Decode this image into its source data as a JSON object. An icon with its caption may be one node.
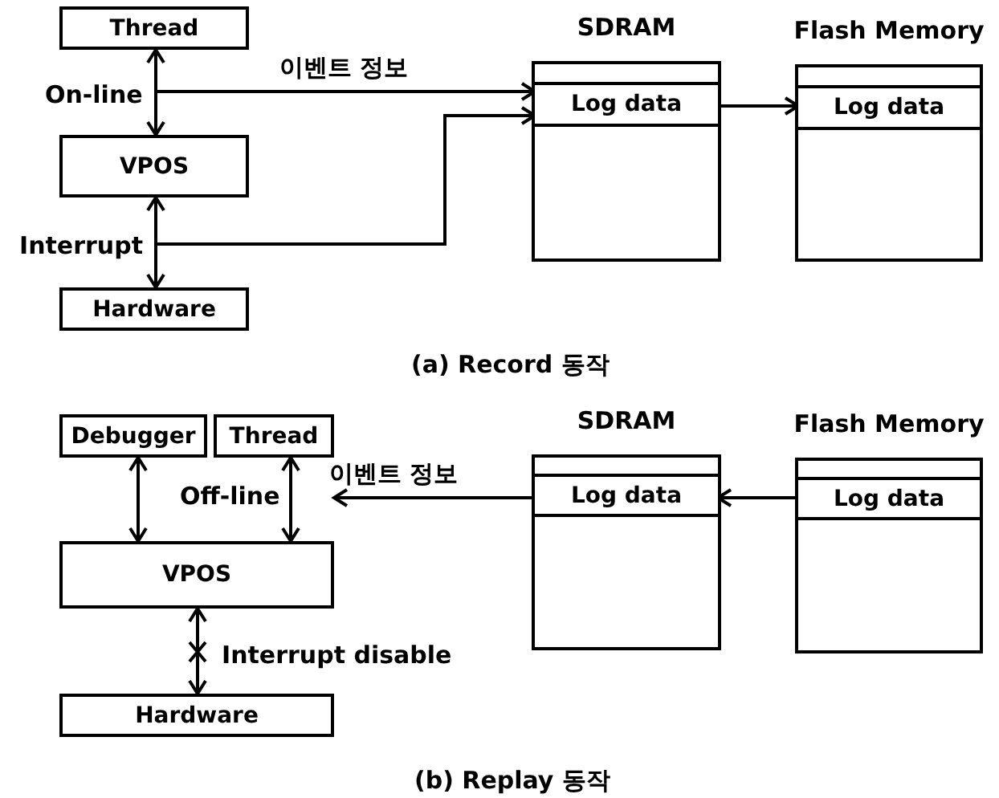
{
  "diagram": {
    "nodes": [
      {
        "text": [
          "Thread"
        ]
      },
      {
        "text": [
          "VPOS"
        ]
      },
      {
        "text": [
          "Hardware"
        ]
      },
      {
        "text": [
          "SDRAM"
        ]
      },
      {
        "text": [
          "Log data"
        ],
        "in": 3
      },
      {
        "text": [
          "Flash Memory"
        ]
      },
      {
        "text": [
          "Log data"
        ],
        "in": 5
      },
      {
        "text": [
          "Debugger"
        ]
      },
      {
        "text": [
          "Thread"
        ]
      },
      {
        "text": [
          "VPOS"
        ]
      },
      {
        "text": [
          "Hardware"
        ]
      },
      {
        "text": [
          "SDRAM"
        ]
      },
      {
        "text": [
          "Log data"
        ],
        "in": 11
      },
      {
        "text": [
          "Flash Memory"
        ]
      },
      {
        "text": [
          "Log data"
        ],
        "in": 13
      }
    ],
    "edges": [
      {
        "from": 0,
        "to": 1,
        "arrow": "both",
        "label": "On-line"
      },
      {
        "from": 1,
        "to": 2,
        "arrow": "both",
        "label": "Interrupt"
      },
      {
        "from": null,
        "to": 4,
        "arrow": "to",
        "label": "이벤트 정보"
      },
      {
        "from": null,
        "to": 4,
        "arrow": "to"
      },
      {
        "from": 4,
        "to": 6,
        "arrow": "to"
      },
      {
        "from": 7,
        "to": 9,
        "arrow": "both"
      },
      {
        "from": 8,
        "to": 9,
        "arrow": "both",
        "label": "Off-line"
      },
      {
        "from": 9,
        "to": 10,
        "arrow": "both",
        "label": "Interrupt disable"
      },
      {
        "from": 12,
        "to": 8,
        "arrow": "to",
        "label": "이벤트 정보"
      },
      {
        "from": 14,
        "to": 12,
        "arrow": "to"
      }
    ],
    "labels": [
      "(a) Record 동작",
      "(b) Replay 동작"
    ]
  }
}
